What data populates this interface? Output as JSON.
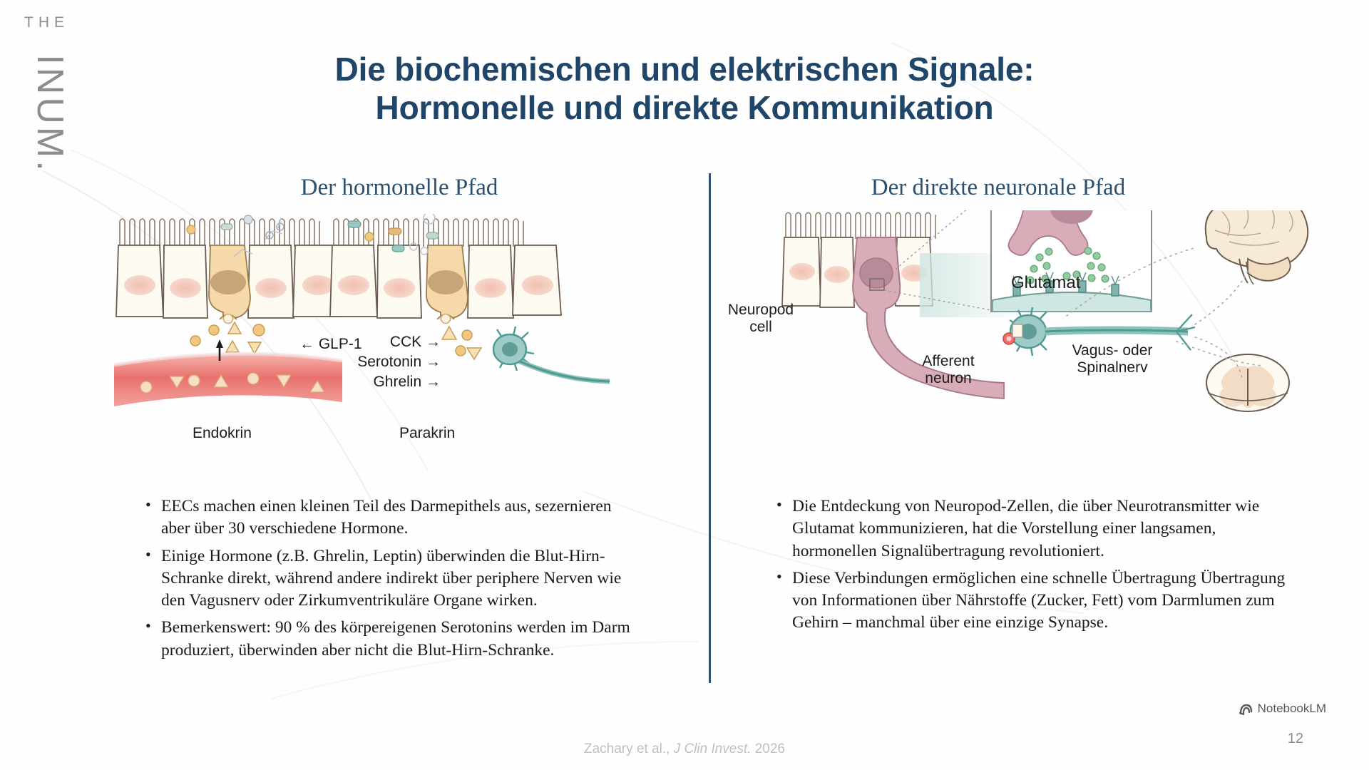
{
  "brand": {
    "logo_top": "THE",
    "logo_main": "INUM."
  },
  "title": {
    "line1": "Die biochemischen und elektrischen Signale:",
    "line2": "Hormonelle und direkte Kommunikation"
  },
  "columns": {
    "left": {
      "heading": "Der hormonelle Pfad",
      "diagram": {
        "label_glp1": "GLP-1",
        "label_cck": "CCK",
        "label_serotonin": "Serotonin",
        "label_ghrelin": "Ghrelin",
        "label_endokrin": "Endokrin",
        "label_parakrin": "Parakrin",
        "arrow_left": "←",
        "arrow_right": "→"
      },
      "bullets": [
        "EECs machen einen kleinen Teil des Darmepithels aus, sezernieren aber über 30 verschiedene Hormone.",
        "Einige Hormone (z.B. Ghrelin, Leptin) überwinden die Blut-Hirn-Schranke direkt, während andere indirekt über periphere Nerven wie den Vagusnerv oder Zirkumventrikuläre Organe wirken.",
        "Bemerkenswert: 90 % des körpereigenen Serotonins werden im Darm produziert, überwinden aber nicht die Blut-Hirn-Schranke."
      ]
    },
    "right": {
      "heading": "Der direkte neuronale Pfad",
      "diagram": {
        "label_neuropod": "Neuropod\ncell",
        "label_neuropod_l1": "Neuropod",
        "label_neuropod_l2": "cell",
        "label_afferent_l1": "Afferent",
        "label_afferent_l2": "neuron",
        "label_nerve_l1": "Vagus- oder",
        "label_nerve_l2": "Spinalnerv",
        "label_glutamat": "Glutamat"
      },
      "bullets": [
        "Die Entdeckung von Neuropod-Zellen, die über Neurotransmitter wie Glutamat kommunizieren, hat die Vorstellung einer langsamen, hormonellen Signalübertragung revolutioniert.",
        "Diese Verbindungen ermöglichen eine schnelle Übertragung Übertragung von Informationen über Nährstoffe (Zucker, Fett) vom Darmlumen zum Gehirn – manchmal über eine einzige Synapse."
      ]
    }
  },
  "footer": {
    "citation_prefix": "Zachary et al., ",
    "citation_journal": "J Clin Invest.",
    "citation_year": " 2026",
    "notebooklm": "NotebookLM",
    "page_number": "12"
  },
  "colors": {
    "title_blue": "#1f4568",
    "heading_blue": "#2c4f6e",
    "divider_blue": "#2f5275",
    "cell_fill": "#fdfaf2",
    "cell_stroke": "#6b5a4e",
    "eec_fill": "#f5d9a8",
    "nucleus_pink": "#f2cbbc",
    "vessel_red": "#e8837f",
    "neuron_teal": "#4f9a93",
    "neuropod_pink": "#caa0ab",
    "granule_gold": "#e8c178",
    "glutamat_green": "#6fbf8e",
    "synapse_box_bg": "#dff0ea",
    "brain_cream": "#f7ead6"
  }
}
